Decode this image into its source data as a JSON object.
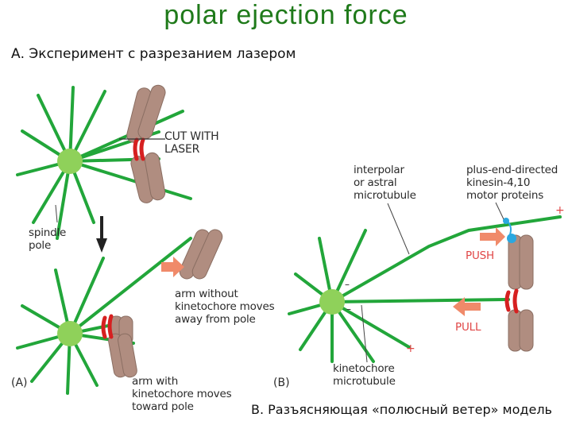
{
  "header": {
    "title": "polar  ejection  force",
    "subtitle": "А. Эксперимент с разрезанием  лазером"
  },
  "panel_a": {
    "letter": "(A)",
    "cut_label": "CUT WITH\nLASER",
    "pole_label": "spindle\npole",
    "arm_without_label": "arm without\nkinetochore moves\naway from pole",
    "arm_with_label": "arm with\nkinetochore moves\ntoward pole"
  },
  "panel_b": {
    "letter": "(B)",
    "interpolar_label": "interpolar\nor astral\nmicrotubule",
    "motor_label": "plus-end-directed\nkinesin-4,10\nmotor proteins",
    "push_label": "PUSH",
    "pull_label": "PULL",
    "kinetochore_mt_label": "kinetochore\nmicrotubule",
    "plus_sign": "+",
    "minus_sign": "–",
    "caption": "В. Разъясняющая «полюсный ветер» модель"
  },
  "colors": {
    "title": "#1f7a1a",
    "microtubule": "#22a63a",
    "pole": "#8fd15a",
    "chromosome": "#b08d80",
    "kinetochore": "#d62020",
    "arrow": "#f08a6a",
    "motor": "#2aa8e0"
  }
}
